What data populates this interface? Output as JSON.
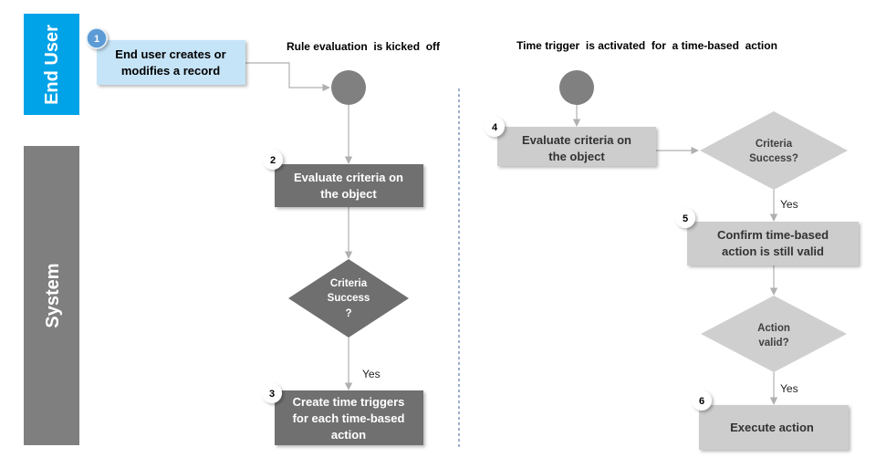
{
  "lanes": {
    "end_user": "End User",
    "system": "System"
  },
  "headings": {
    "left": "Rule evaluation  is kicked  off",
    "right": "Time trigger  is activated  for  a time-based  action"
  },
  "steps": [
    {
      "badge": "1",
      "lines": [
        "End user creates or",
        "modifies a record"
      ]
    },
    {
      "badge": "2",
      "lines": [
        "Evaluate criteria on",
        "the object"
      ]
    },
    {
      "badge": "3",
      "lines": [
        "Create time triggers",
        "for each time-based",
        "action"
      ]
    },
    {
      "badge": "4",
      "lines": [
        "Evaluate criteria on",
        "the object"
      ]
    },
    {
      "badge": "5",
      "lines": [
        "Confirm time-based",
        "action is still valid"
      ]
    },
    {
      "badge": "6",
      "lines": [
        "Execute action"
      ]
    }
  ],
  "decisions": {
    "left": [
      "Criteria",
      "Success",
      "?"
    ],
    "right_criteria": [
      "Criteria",
      "Success?"
    ],
    "right_action": [
      "Action",
      "valid?"
    ]
  },
  "yes_label": "Yes",
  "colors": {
    "end_user_lane": "#00a2e8",
    "system_lane": "#7f7f7f",
    "user_box": "#c6e4f7",
    "dark_box": "#707070",
    "light_box": "#cdcdcd",
    "start_node": "#808080",
    "dark_diamond": "#6f6f6f",
    "light_diamond": "#cfcfcf",
    "badge_blue": "#5b9bd5",
    "badge_white": "#ffffff"
  }
}
